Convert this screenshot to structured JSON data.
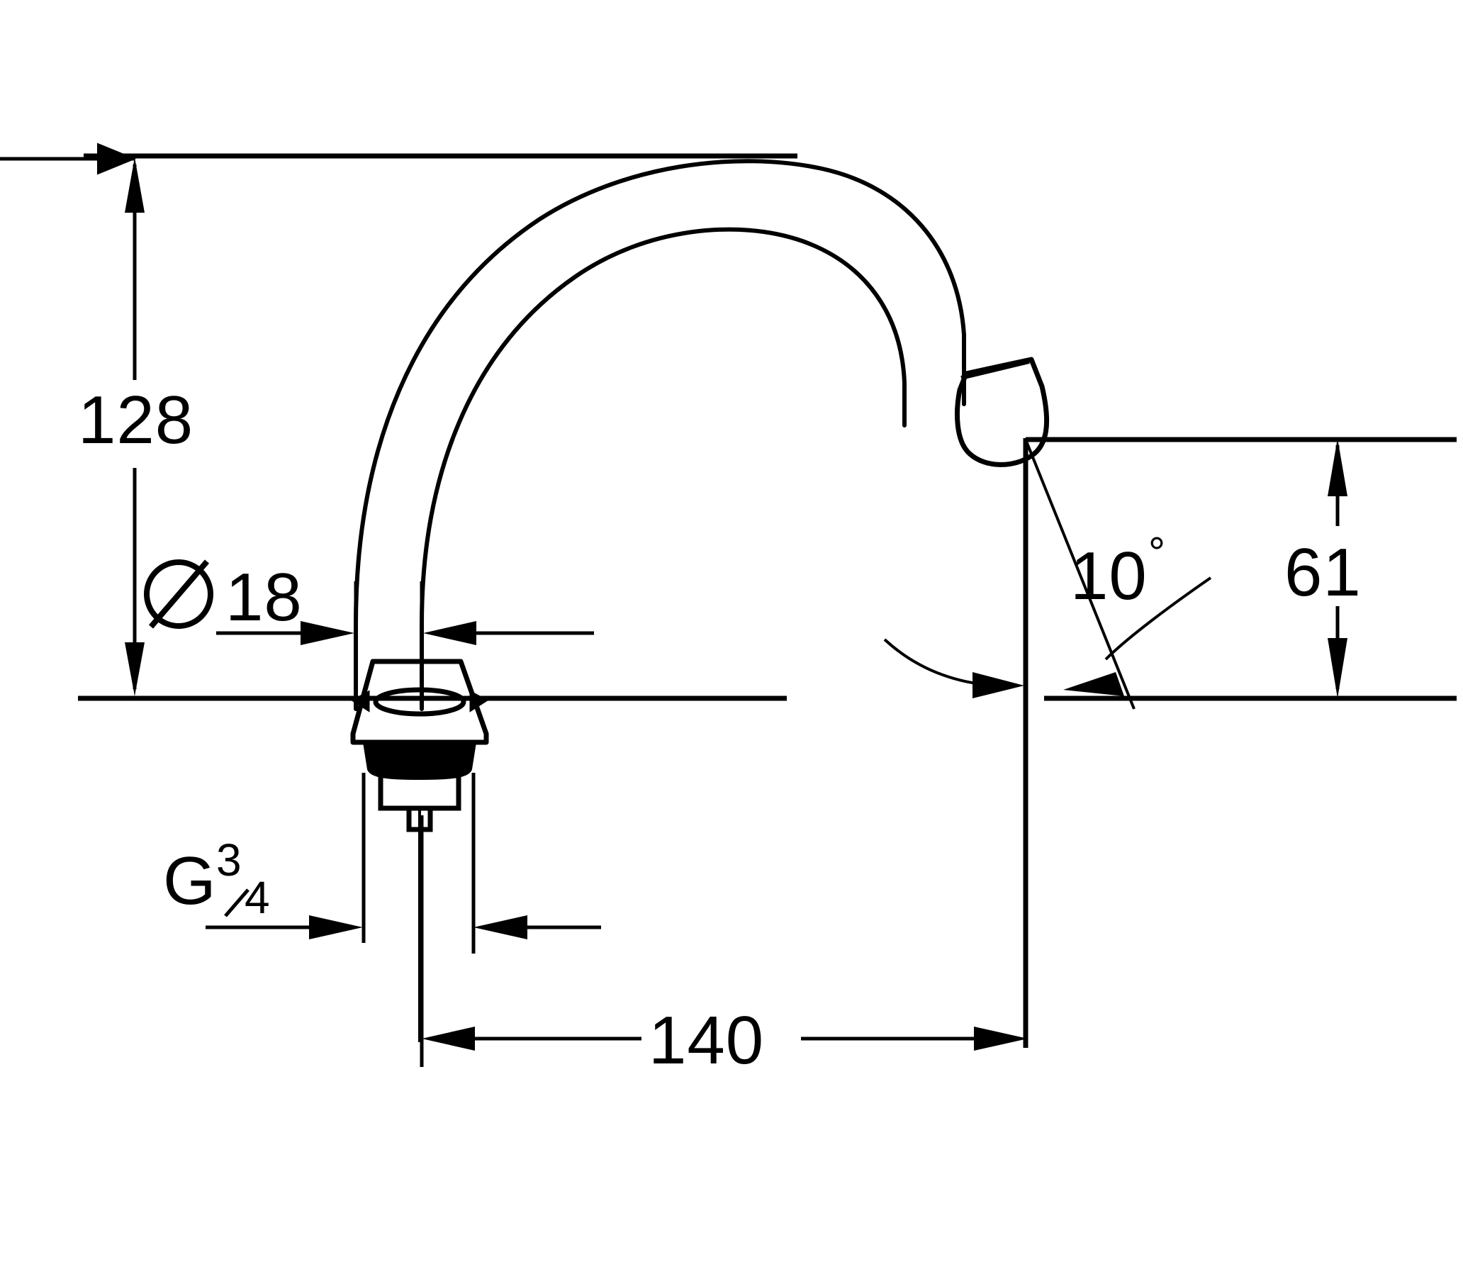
{
  "drawing": {
    "title": "Faucet spout dimensional drawing",
    "units": "mm",
    "line_color": "#000000",
    "background_color": "#ffffff"
  },
  "dimensions": {
    "height": {
      "label": "128",
      "name": "overall-height",
      "orientation": "vertical",
      "value": 128
    },
    "reach": {
      "label": "140",
      "name": "spout-reach",
      "orientation": "horizontal",
      "value": 140
    },
    "outlet_height": {
      "label": "61",
      "name": "outlet-height",
      "orientation": "vertical",
      "value": 61
    },
    "tube_diameter": {
      "symbol": "Ø",
      "label": "18",
      "full": "Ø18",
      "name": "tube-diameter",
      "value": 18
    },
    "thread": {
      "prefix": "G",
      "numerator": "3",
      "slash": "⁄",
      "denominator": "4",
      "full": "G3/4",
      "name": "connection-thread"
    },
    "angle": {
      "label": "10",
      "symbol": "°",
      "full": "10°",
      "name": "outlet-angle",
      "value": 10
    }
  },
  "parts": {
    "spout": "swan-neck-spout",
    "outlet": "spout-outlet-aerator",
    "escutcheon": "base-escutcheon",
    "oring": "o-ring-seal",
    "thread_section": "threaded-shank",
    "shank": "tail-shank",
    "pin": "locating-pin"
  }
}
